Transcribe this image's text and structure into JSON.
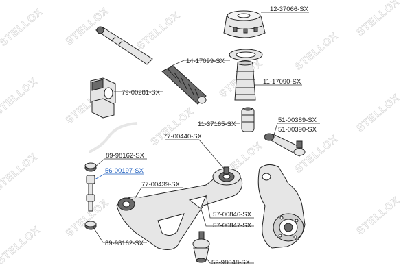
{
  "diagram": {
    "watermark": "STELLOX",
    "colors": {
      "line": "#222222",
      "highlight": "#1f5fbf",
      "part_fill": "#e6e6e6",
      "part_dark": "#6b6b6b",
      "watermark": "#d9d9d9"
    },
    "labels": {
      "strut_mount": "12-37066-SX",
      "tie_rod": "14-17099-SX",
      "boot": "11-17090-SX",
      "stabilizer_bushing": "79-00281-SX",
      "bump_stop": "11-37165-SX",
      "tie_rod_end_a": "51-00389-SX",
      "tie_rod_end_b": "51-00390-SX",
      "control_arm": "77-00440-SX",
      "link_bushing_top": "89-98162-SX",
      "stabilizer_link": "56-00197-SX",
      "control_arm_left": "77-00439-SX",
      "arm_bushing_a": "57-00846-SX",
      "arm_bushing_b": "57-00847-SX",
      "link_bushing_bottom": "89-98162-SX",
      "ball_joint": "52-98048-SX"
    }
  }
}
